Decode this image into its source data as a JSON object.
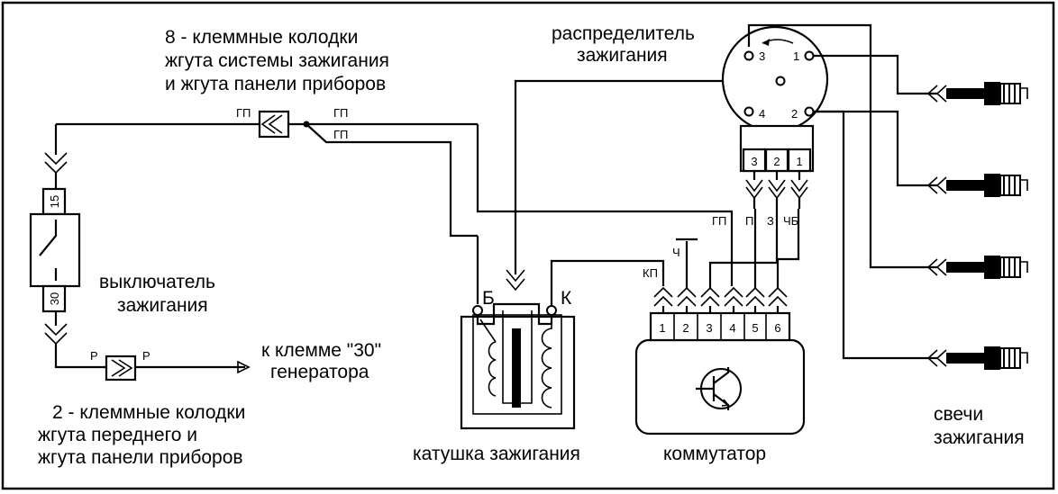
{
  "connector8": {
    "line1": "8 - клеммные колодки",
    "line2": "жгута системы зажигания",
    "line3": "и жгута панели приборов"
  },
  "connector2": {
    "line1": "2 - клеммные колодки",
    "line2": "жгута переднего и",
    "line3": "жгута панели приборов"
  },
  "switch": {
    "line1": "выключатель",
    "line2": "зажигания",
    "pin_top": "15",
    "pin_bottom": "30"
  },
  "generator": {
    "line1": "к клемме \"30\"",
    "line2": "генератора"
  },
  "distributor": {
    "line1": "распределитель",
    "line2": "зажигания",
    "pins": [
      "3",
      "1",
      "4",
      "2"
    ],
    "terminals": [
      "3",
      "2",
      "1"
    ]
  },
  "coil": {
    "label": "катушка зажигания",
    "term_b": "Б",
    "term_k": "К"
  },
  "commutator": {
    "label": "коммутатор",
    "pins": [
      "1",
      "2",
      "3",
      "4",
      "5",
      "6"
    ]
  },
  "plugs": {
    "line1": "свечи",
    "line2": "зажигания"
  },
  "wires": {
    "gp": "ГП",
    "p": "П",
    "z": "З",
    "chb": "ЧБ",
    "ch": "Ч",
    "kp": "КП",
    "r": "Р"
  }
}
